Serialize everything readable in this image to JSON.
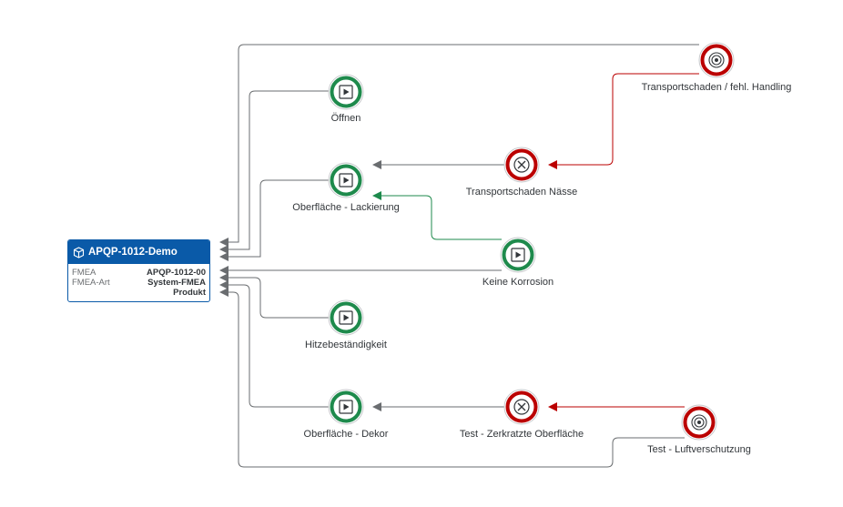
{
  "root": {
    "title": "APQP-1012-Demo",
    "rows": [
      {
        "key": "FMEA",
        "value": "APQP-1012-00"
      },
      {
        "key": "FMEA-Art",
        "value": "System-FMEA"
      },
      {
        "key": "",
        "value": "Produkt"
      }
    ],
    "icon": "cube-icon"
  },
  "nodes": [
    {
      "id": "oeffnen",
      "label": "Öffnen",
      "kind": "function",
      "icon": "play-icon"
    },
    {
      "id": "lackierung",
      "label": "Oberfläche - Lackierung",
      "kind": "function",
      "icon": "play-icon"
    },
    {
      "id": "hitze",
      "label": "Hitzebeständigkeit",
      "kind": "function",
      "icon": "play-icon"
    },
    {
      "id": "dekor",
      "label": "Oberfläche - Dekor",
      "kind": "function",
      "icon": "play-icon"
    },
    {
      "id": "korrosion",
      "label": "Keine Korrosion",
      "kind": "function",
      "icon": "play-icon"
    },
    {
      "id": "naesse",
      "label": "Transportschaden Nässe",
      "kind": "failure",
      "icon": "x-circle-icon"
    },
    {
      "id": "zerkratzt",
      "label": "Test - Zerkratzte Oberfläche",
      "kind": "failure",
      "icon": "x-circle-icon"
    },
    {
      "id": "handling",
      "label": "Transportschaden / fehl. Handling",
      "kind": "cause",
      "icon": "target-icon"
    },
    {
      "id": "luft",
      "label": "Test - Luftverschutzung",
      "kind": "cause",
      "icon": "target-icon"
    }
  ],
  "colors": {
    "function": "#1e8a4c",
    "failure": "#bb0000",
    "cause": "#bb0000",
    "line": "#6a6d70",
    "header": "#0a5aa8"
  }
}
